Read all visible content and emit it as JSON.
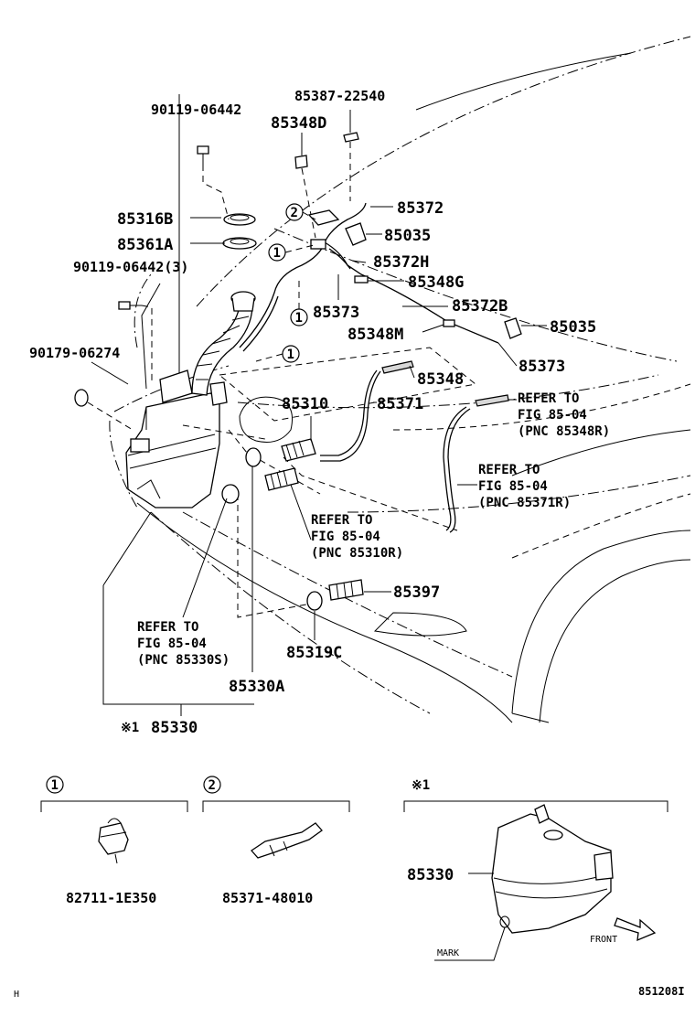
{
  "parts": {
    "p90119_06442_top": "90119-06442",
    "p85387_22540": "85387-22540",
    "p85348D": "85348D",
    "p85372": "85372",
    "p85316B": "85316B",
    "p85035_a": "85035",
    "p85361A": "85361A",
    "p85372H": "85372H",
    "p90119_06442_3": "90119-06442(3)",
    "p85348G": "85348G",
    "p85373_a": "85373",
    "p85372B": "85372B",
    "p85348M": "85348M",
    "p85035_b": "85035",
    "p90179_06274": "90179-06274",
    "p85373_b": "85373",
    "p85348": "85348",
    "p85310": "85310",
    "p85371": "85371",
    "p85397": "85397",
    "p85319C": "85319C",
    "p85330A": "85330A",
    "p85330_main": "85330",
    "p85330_inset": "85330",
    "p82711_1E350": "82711-1E350",
    "p85371_48010": "85371-48010"
  },
  "refs": {
    "r1_l1": "REFER TO",
    "r1_l2": "FIG 85-04",
    "r1_l3": "(PNC 85348R)",
    "r2_l1": "REFER TO",
    "r2_l2": "FIG 85-04",
    "r2_l3": "(PNC 85371R)",
    "r3_l1": "REFER TO",
    "r3_l2": "FIG 85-04",
    "r3_l3": "(PNC 85310R)",
    "r4_l1": "REFER TO",
    "r4_l2": "FIG 85-04",
    "r4_l3": "(PNC 85330S)"
  },
  "callouts": {
    "one": "1",
    "two": "2",
    "note_mark": "※1"
  },
  "inset": {
    "mark_label": "MARK",
    "front_label": "FRONT"
  },
  "footer": {
    "left_code": "H",
    "figure_id": "851208I"
  }
}
